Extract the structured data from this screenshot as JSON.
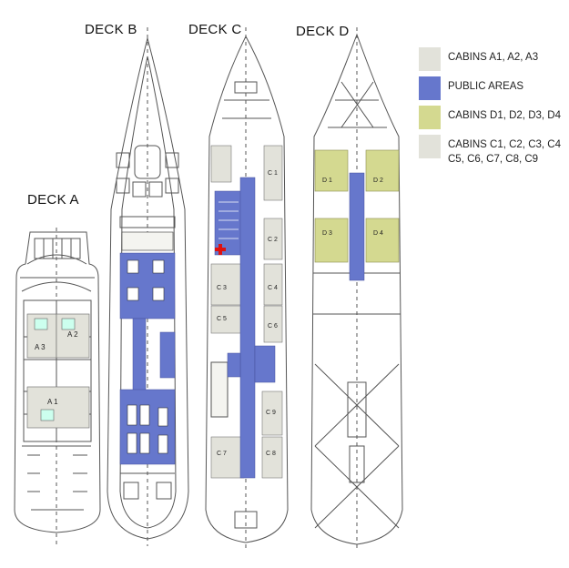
{
  "decks": {
    "a": "DECK A",
    "b": "DECK B",
    "c": "DECK C",
    "d": "DECK D"
  },
  "legend": {
    "cabins_a": {
      "label": "CABINS A1, A2, A3",
      "color": "#e2e2da"
    },
    "public": {
      "label": "PUBLIC AREAS",
      "color": "#6677cc"
    },
    "cabins_d": {
      "label": "CABINS D1, D2, D3, D4",
      "color": "#d4d990"
    },
    "cabins_c_line1": "CABINS C1, C2, C3, C4",
    "cabins_c_line2": "C5, C6, C7, C8, C9",
    "cabins_c_color": "#e2e2da"
  },
  "cabin_labels": {
    "a1": "A 1",
    "a2": "A 2",
    "a3": "A 3",
    "c1": "C 1",
    "c2": "C 2",
    "c3": "C 3",
    "c4": "C 4",
    "c5": "C 5",
    "c6": "C 6",
    "c7": "C 7",
    "c8": "C 8",
    "c9": "C 9",
    "d1": "D 1",
    "d2": "D 2",
    "d3": "D 3",
    "d4": "D 4"
  },
  "colors": {
    "outline": "#555555",
    "public": "#6677cc",
    "cabin_grey": "#e2e2da",
    "cabin_yellow": "#d4d990",
    "first_aid": "#dd1111"
  }
}
